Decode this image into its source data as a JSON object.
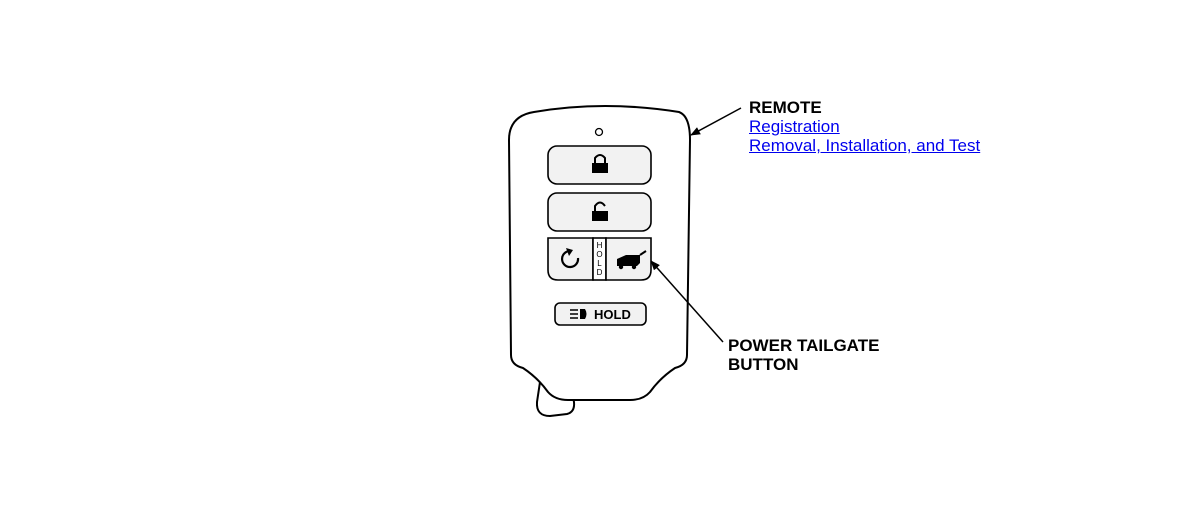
{
  "callouts": {
    "remote": {
      "title": "REMOTE",
      "links": [
        "Registration",
        "Removal, Installation, and Test"
      ]
    },
    "tailgate": {
      "line1": "POWER TAILGATE",
      "line2": "BUTTON"
    }
  },
  "fob": {
    "panic_label": "HOLD",
    "tailgate_hold_letters": [
      "H",
      "O",
      "L",
      "D"
    ]
  },
  "colors": {
    "line": "#000000",
    "link": "#0000ee",
    "fob_fill": "#ffffff",
    "button_fill": "#f2f2f2"
  }
}
